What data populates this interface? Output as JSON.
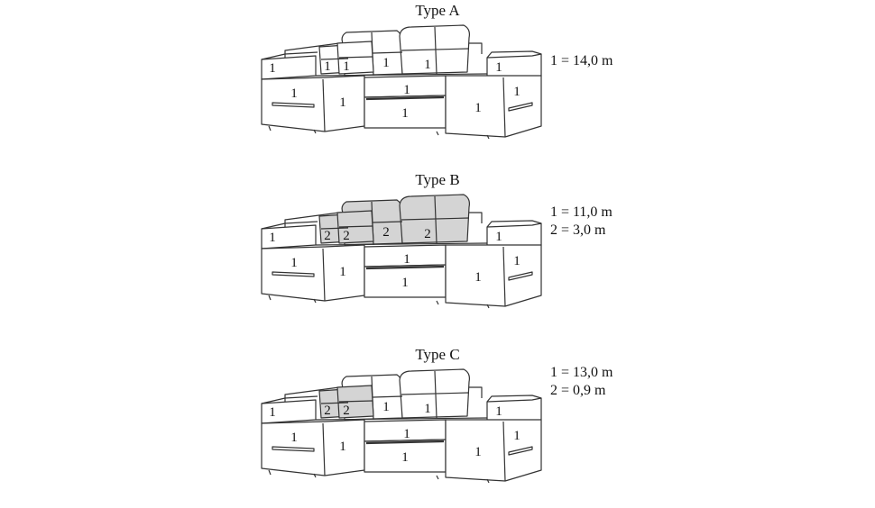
{
  "panels": [
    {
      "title": "Type A",
      "legend": [
        "1 = 14,0 m"
      ],
      "labels": {
        "arm_left": "1",
        "pillow_small_1": "1",
        "pillow_small_2": "1",
        "back_left": "1",
        "back_right": "1",
        "arm_right": "1",
        "front_left": "1",
        "side_left": "1",
        "seat_mid": "1",
        "drawer": "1",
        "front_right": "1",
        "side_right": "1"
      },
      "shaded": false
    },
    {
      "title": "Type B",
      "legend": [
        "1 = 11,0 m",
        "2 = 3,0 m"
      ],
      "labels": {
        "arm_left": "1",
        "pillow_small_1": "2",
        "pillow_small_2": "2",
        "back_left": "2",
        "back_right": "2",
        "arm_right": "1",
        "front_left": "1",
        "side_left": "1",
        "seat_mid": "1",
        "drawer": "1",
        "front_right": "1",
        "side_right": "1"
      },
      "shaded": true,
      "shade_backs": true
    },
    {
      "title": "Type C",
      "legend": [
        "1 = 13,0 m",
        "2 = 0,9 m"
      ],
      "labels": {
        "arm_left": "1",
        "pillow_small_1": "2",
        "pillow_small_2": "2",
        "back_left": "1",
        "back_right": "1",
        "arm_right": "1",
        "front_left": "1",
        "side_left": "1",
        "seat_mid": "1",
        "drawer": "1",
        "front_right": "1",
        "side_right": "1"
      },
      "shaded": true,
      "shade_backs": false
    }
  ],
  "colors": {
    "line": "#333333",
    "shade": "#d4d4d4"
  }
}
